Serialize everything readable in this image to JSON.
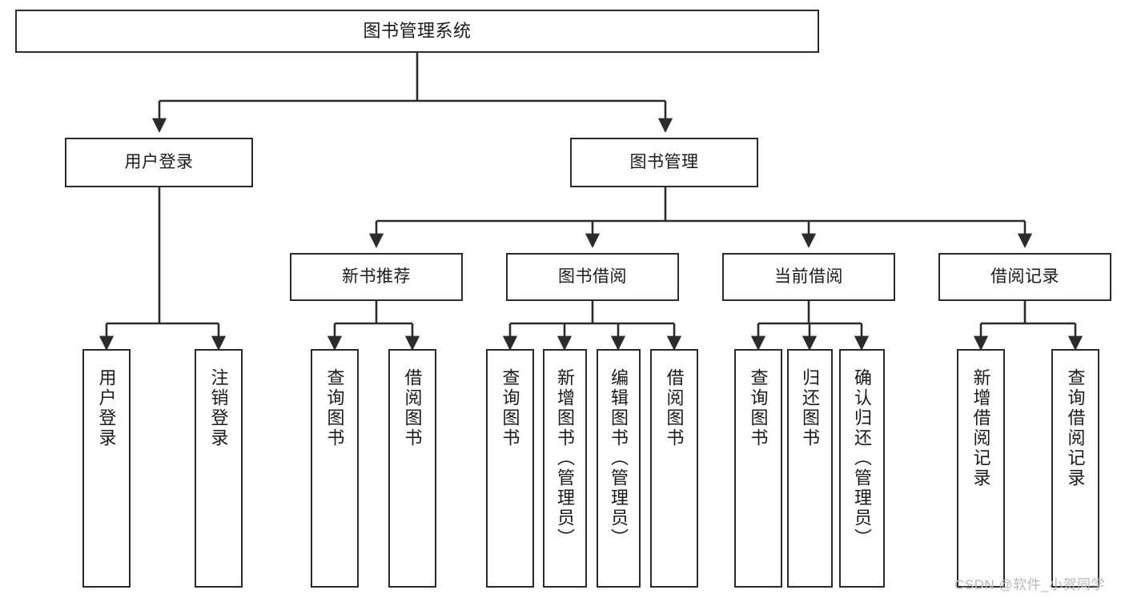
{
  "diagram": {
    "type": "tree",
    "title": "图书管理系统",
    "watermark": "CSDN @软件_小贺同学",
    "colors": {
      "box_border": "#2b2b2b",
      "box_fill": "#ffffff",
      "edge": "#2b2b2b",
      "text": "#1a1a1a",
      "watermark": "#b9b9b9",
      "background": "#ffffff"
    },
    "nodes": {
      "root": {
        "label": "图书管理系统"
      },
      "level2": [
        {
          "id": "user-login",
          "label": "用户登录"
        },
        {
          "id": "book-manage",
          "label": "图书管理"
        }
      ],
      "level3": [
        {
          "id": "new-book-recommend",
          "label": "新书推荐"
        },
        {
          "id": "book-borrow",
          "label": "图书借阅"
        },
        {
          "id": "current-borrow",
          "label": "当前借阅"
        },
        {
          "id": "borrow-record",
          "label": "借阅记录"
        }
      ],
      "leaves": [
        {
          "id": "leaf-user-login",
          "label": "用户登录",
          "parent": "user-login"
        },
        {
          "id": "leaf-user-logout",
          "label": "注销登录",
          "parent": "user-login"
        },
        {
          "id": "leaf-query-book-1",
          "label": "查询图书",
          "parent": "new-book-recommend"
        },
        {
          "id": "leaf-borrow-book-1",
          "label": "借阅图书",
          "parent": "new-book-recommend"
        },
        {
          "id": "leaf-query-book-2",
          "label": "查询图书",
          "parent": "book-borrow"
        },
        {
          "id": "leaf-add-book",
          "label": "新增图书（管理员）",
          "parent": "book-borrow"
        },
        {
          "id": "leaf-edit-book",
          "label": "编辑图书（管理员）",
          "parent": "book-borrow"
        },
        {
          "id": "leaf-borrow-book-2",
          "label": "借阅图书",
          "parent": "book-borrow"
        },
        {
          "id": "leaf-query-book-3",
          "label": "查询图书",
          "parent": "current-borrow"
        },
        {
          "id": "leaf-return-book",
          "label": "归还图书",
          "parent": "current-borrow"
        },
        {
          "id": "leaf-confirm-return",
          "label": "确认归还（管理员）",
          "parent": "current-borrow"
        },
        {
          "id": "leaf-add-record",
          "label": "新增借阅记录",
          "parent": "borrow-record"
        },
        {
          "id": "leaf-query-record",
          "label": "查询借阅记录",
          "parent": "borrow-record"
        }
      ]
    }
  }
}
